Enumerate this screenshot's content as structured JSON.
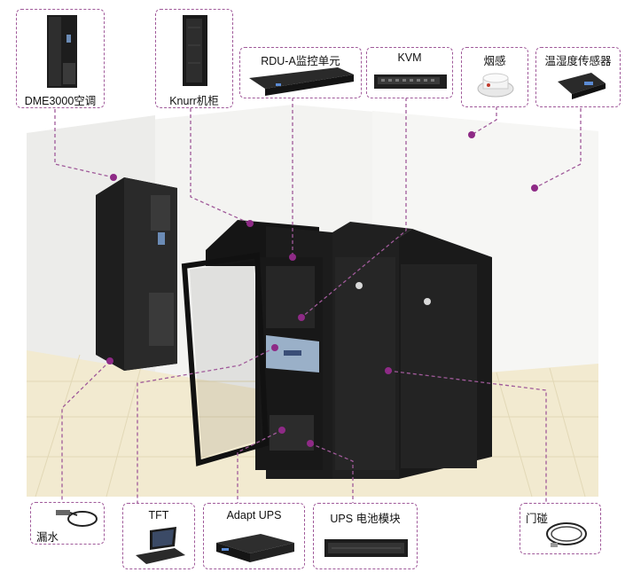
{
  "labels": {
    "dme3000": "DME3000空调",
    "knurr": "Knurr机柜",
    "rdu": "RDU-A监控单元",
    "kvm": "KVM",
    "smoke": "烟感",
    "temp_hum": "温湿度传感器",
    "leak": "漏水",
    "tft": "TFT",
    "adapt_ups": "Adapt UPS",
    "ups_battery": "UPS 电池模块",
    "door": "门碰"
  },
  "colors": {
    "callout_border": "#a05a9a",
    "marker": "#8e2a86",
    "cabinet": "#1b1b1b",
    "wall": "#f2f2f0",
    "floor": "#f3ecd0"
  }
}
